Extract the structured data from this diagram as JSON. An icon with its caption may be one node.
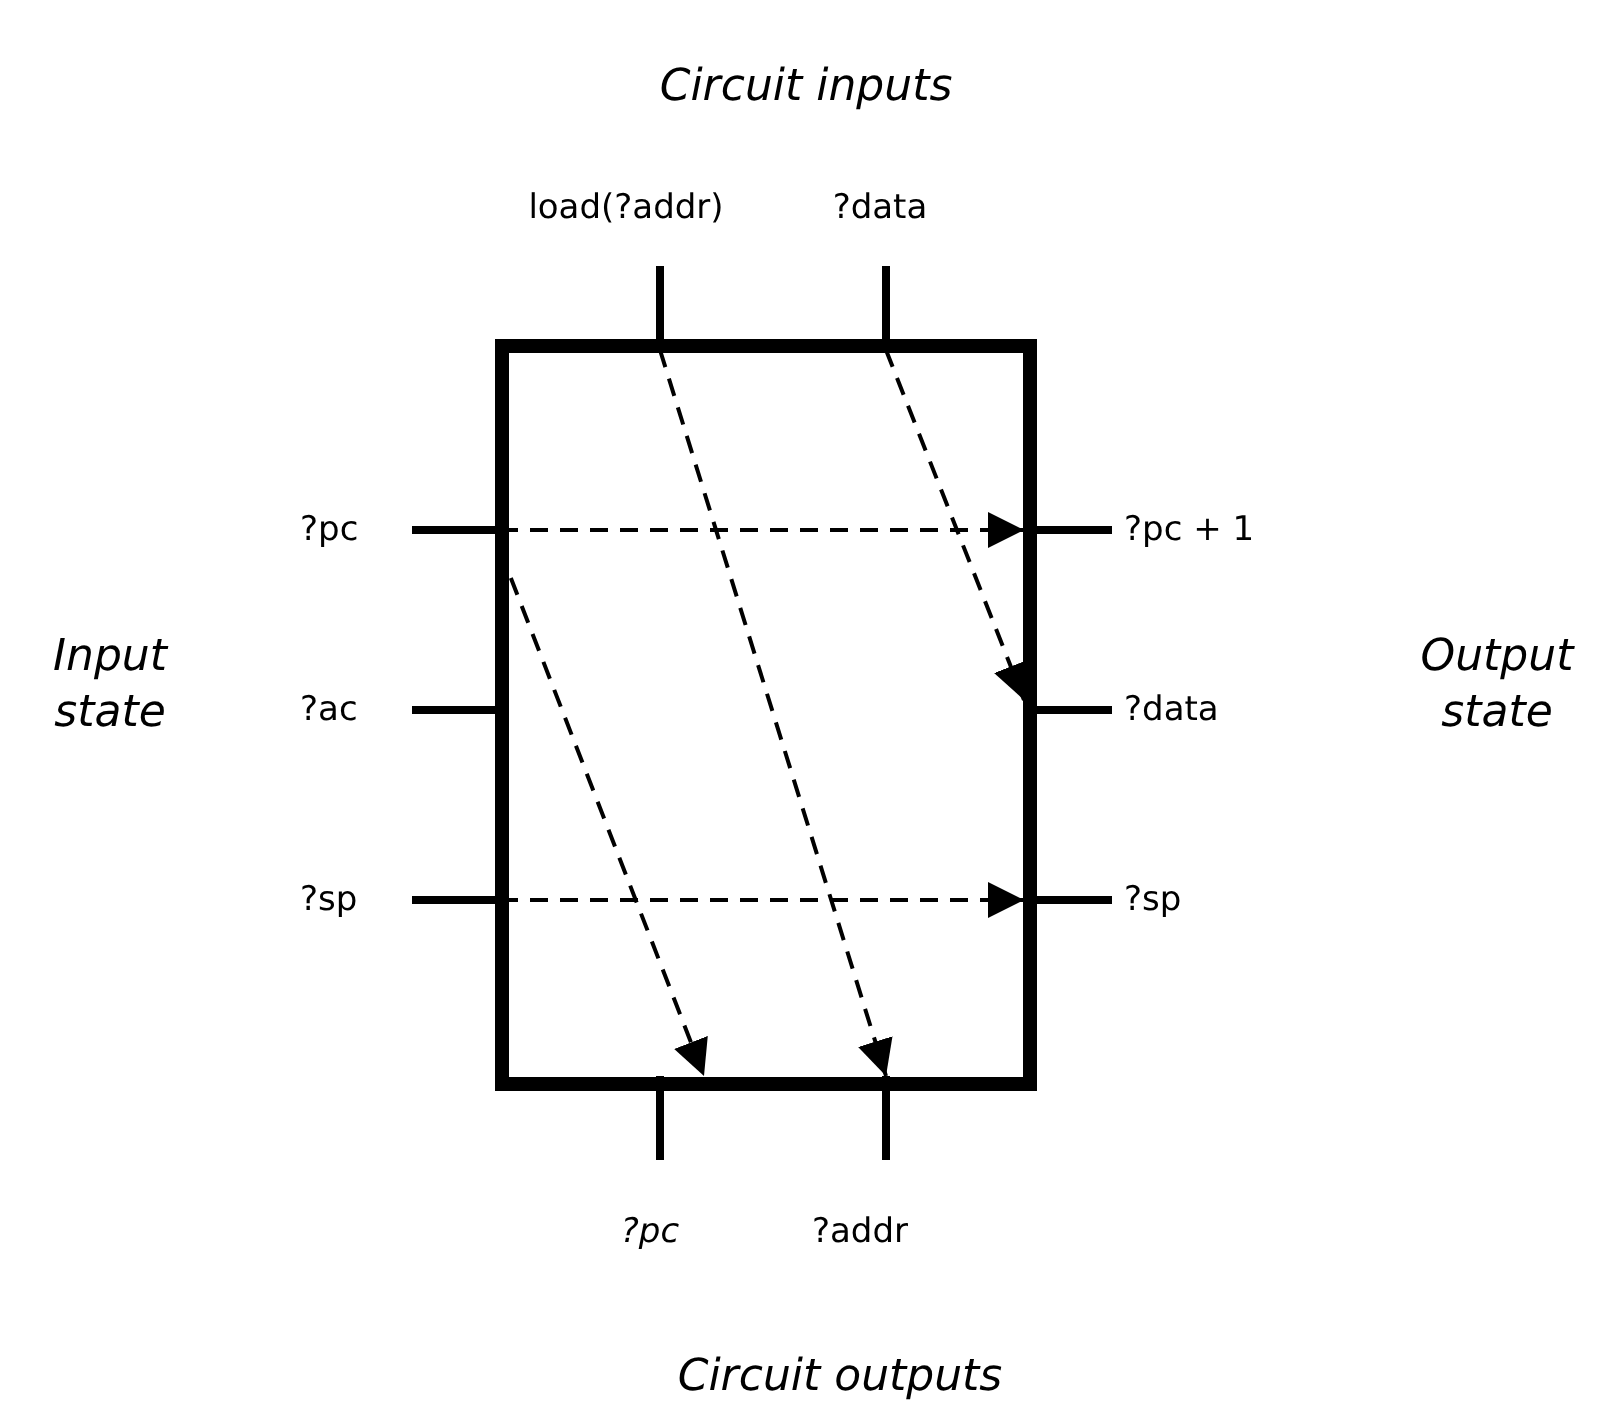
{
  "diagram": {
    "nodes": [
      {
        "text": [
          "load(?addr)"
        ]
      },
      {
        "text": [
          "?data"
        ]
      },
      {
        "text": [
          "?pc"
        ]
      },
      {
        "text": [
          "?ac"
        ]
      },
      {
        "text": [
          "?sp"
        ]
      },
      {
        "text": [
          "?pc + 1"
        ]
      },
      {
        "text": [
          "?data"
        ]
      },
      {
        "text": [
          "?sp"
        ]
      },
      {
        "text": [
          "?pc"
        ]
      },
      {
        "text": [
          "?addr"
        ]
      }
    ],
    "edges": [
      {
        "from": 2,
        "to": 5,
        "arrow": "to",
        "style": "dashed"
      },
      {
        "from": 0,
        "to": 9,
        "arrow": "to",
        "style": "dashed"
      },
      {
        "from": 1,
        "to": 6,
        "arrow": "to",
        "style": "dashed"
      },
      {
        "from": 4,
        "to": 7,
        "arrow": "to",
        "style": "dashed"
      },
      {
        "from": 2,
        "to": 8,
        "arrow": "to",
        "style": "dashed"
      }
    ],
    "labels": [
      "Circuit inputs",
      "Input state",
      "Output state",
      "Circuit outputs"
    ]
  }
}
